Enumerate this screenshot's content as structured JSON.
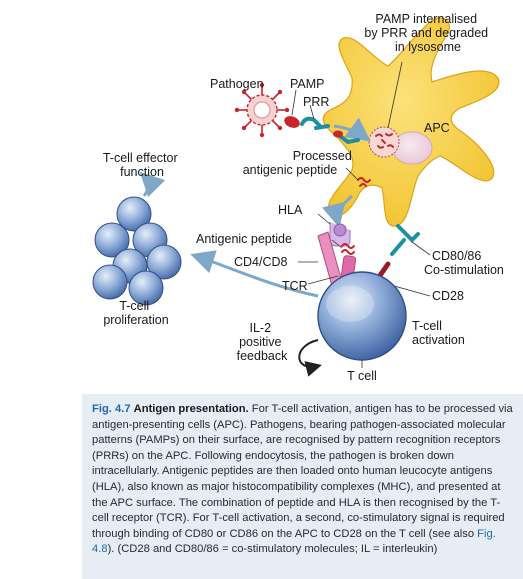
{
  "diagram": {
    "labels": {
      "pamp_internalised": [
        "PAMP internalised",
        "by PRR and degraded",
        "in lysosome"
      ],
      "pathogen": "Pathogen",
      "pamp": "PAMP",
      "prr": "PRR",
      "apc": "APC",
      "processed_peptide": [
        "Processed",
        "antigenic peptide"
      ],
      "tcell_effector": [
        "T-cell effector",
        "function"
      ],
      "hla": "HLA",
      "antigenic_peptide": "Antigenic peptide",
      "cd4_cd8": "CD4/CD8",
      "tcr": "TCR",
      "cd80_86": [
        "CD80/86",
        "Co-stimulation"
      ],
      "cd28": "CD28",
      "tcell_proliferation": [
        "T-cell",
        "proliferation"
      ],
      "il2_feedback": [
        "IL-2",
        "positive",
        "feedback"
      ],
      "tcell_activation": [
        "T-cell",
        "activation"
      ],
      "tcell": "T cell"
    },
    "colors": {
      "apc_body": "#f6cf3c",
      "tcell_blue": "#7f9fd0",
      "tcell_dark": "#3f5f9f",
      "pathogen_red": "#c8262c",
      "receptor_teal": "#1f8fa0",
      "tcr_pink": "#e06aa8",
      "hla_lilac": "#d8b8e8",
      "arrow_blue": "#7fa8c8"
    }
  },
  "caption": {
    "fig_num": "Fig. 4.7",
    "title": "Antigen presentation.",
    "text_main": "For T-cell activation, antigen has to be processed via antigen-presenting cells (APC). Pathogens, bearing pathogen-associated molecular patterns (PAMPs) on their surface, are recognised by pattern recognition receptors (PRRs) on the APC. Following endocytosis, the pathogen is broken down intracellularly. Antigenic peptides are then loaded onto human leucocyte antigens (HLA), also known as major histocompatibility complexes (MHC), and presented at the APC surface. The combination of peptide and HLA is then recognised by the T-cell receptor (TCR). For T-cell activation, a second, co-stimulatory signal is required through binding of CD80 or CD86 on the APC to CD28 on the T cell (see also",
    "link": "Fig. 4.8",
    "text_end": "). (CD28 and CD80/86 = co-stimulatory molecules; IL = interleukin)"
  }
}
